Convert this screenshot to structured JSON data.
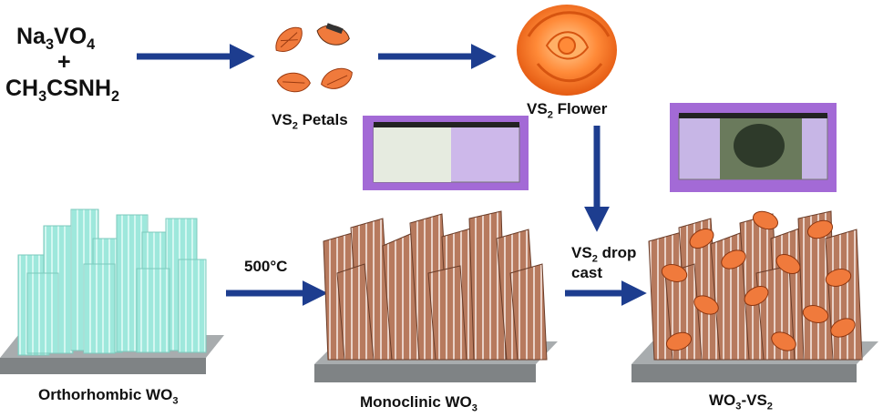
{
  "reactants": {
    "line1_base": "Na",
    "line1_sub1": "3",
    "line1_mid": "VO",
    "line1_sub2": "4",
    "plus": "+",
    "line3_base": "CH",
    "line3_sub1": "3",
    "line3_mid": "CSNH",
    "line3_sub2": "2"
  },
  "petals": {
    "prefix": "VS",
    "sub": "2",
    "suffix": " Petals"
  },
  "flower": {
    "prefix": "VS",
    "sub": "2",
    "suffix": " Flower"
  },
  "temperature": "500°C",
  "dropcast": {
    "prefix": "VS",
    "sub": "2",
    "suffix": " drop",
    "line2": "cast"
  },
  "orthorhombic": {
    "prefix": "Orthorhombic WO",
    "sub": "3"
  },
  "monoclinic": {
    "prefix": "Monoclinic WO",
    "sub": "3"
  },
  "composite": {
    "prefix": "WO",
    "sub1": "3",
    "mid": "-VS",
    "sub2": "2"
  },
  "colors": {
    "arrow": "#1d3d8f",
    "orthorhombic": "#9ee8dc",
    "monoclinic": "#b77a5e",
    "petal": "#f07a3c",
    "flower": "#ff7a2a",
    "substrate": "#8e9294",
    "photo_bg": "#a36ad6"
  }
}
